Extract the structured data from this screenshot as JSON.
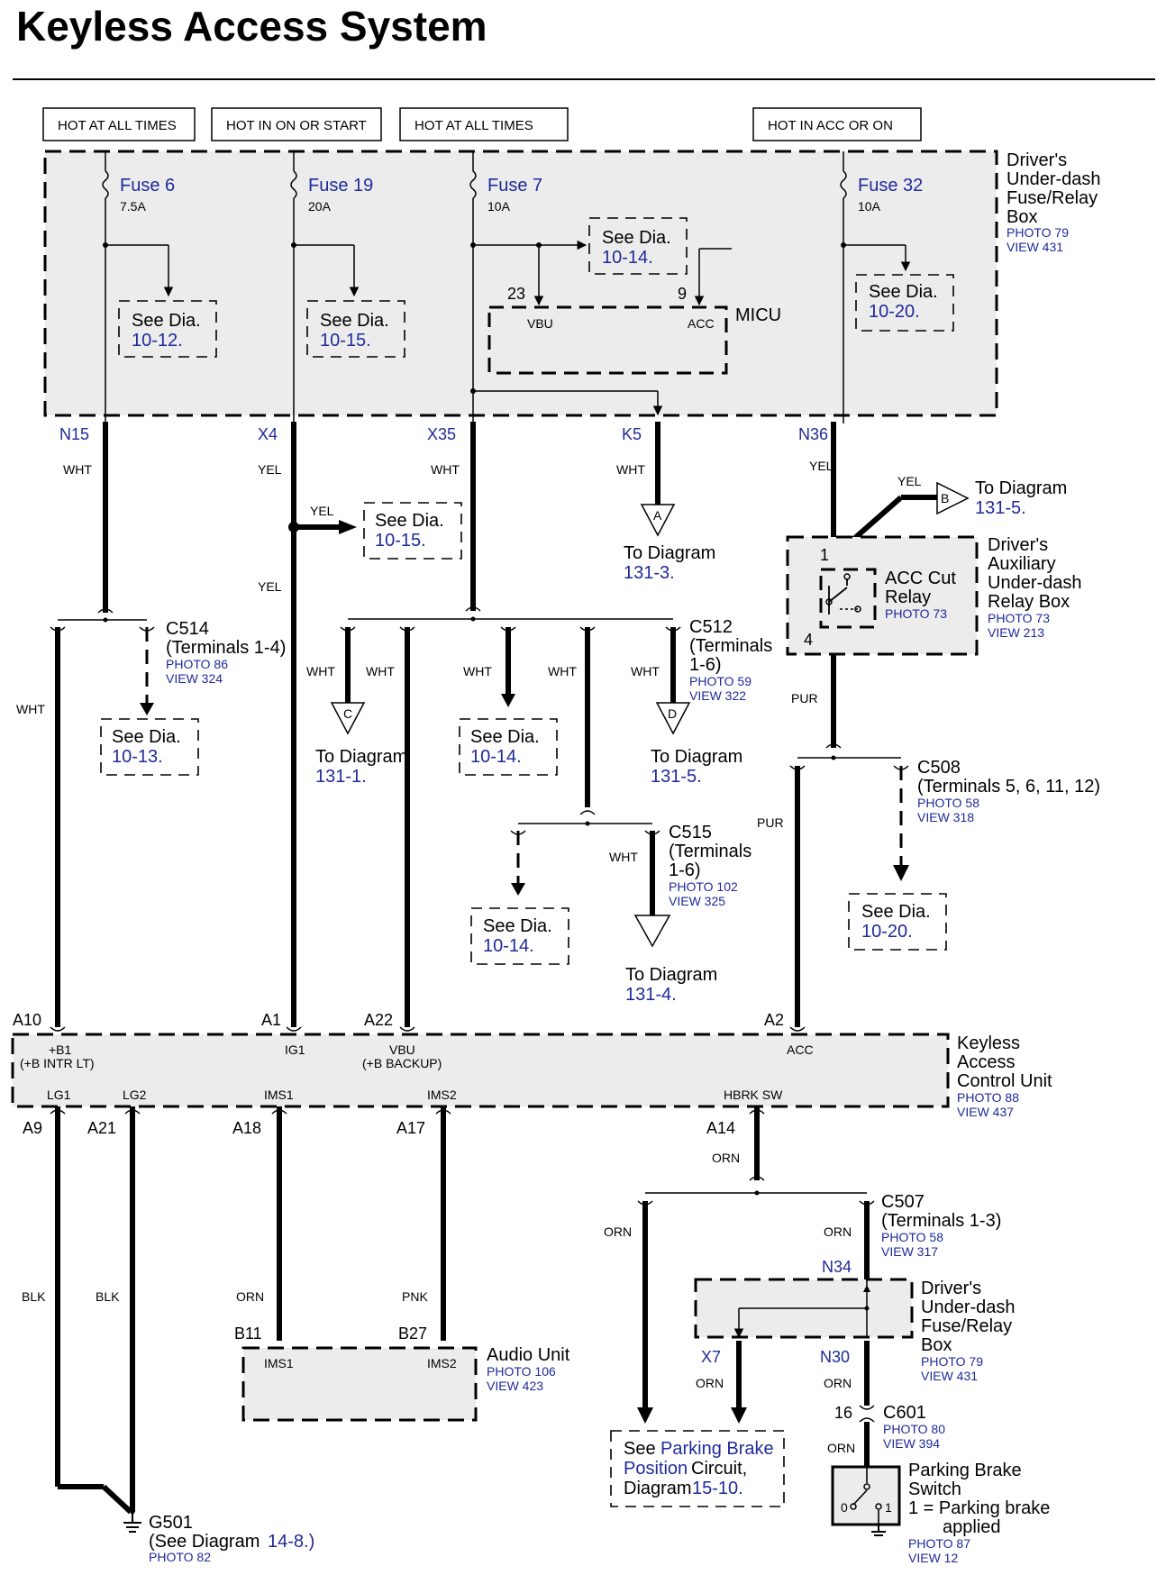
{
  "title": "Keyless Access System",
  "power_labels": [
    "HOT AT ALL TIMES",
    "HOT IN ON OR START",
    "HOT AT ALL TIMES",
    "HOT IN ACC OR ON"
  ],
  "fuse_box": {
    "l1": "Driver's",
    "l2": "Under-dash",
    "l3": "Fuse/Relay",
    "l4": "Box",
    "photo": "PHOTO 79",
    "view": "VIEW 431"
  },
  "fuses": [
    {
      "name": "Fuse 6",
      "rating": "7.5A"
    },
    {
      "name": "Fuse 19",
      "rating": "20A"
    },
    {
      "name": "Fuse 7",
      "rating": "10A"
    },
    {
      "name": "Fuse 32",
      "rating": "10A"
    }
  ],
  "micu": {
    "label": "MICU",
    "pin_vbu_num": "23",
    "pin_vbu": "VBU",
    "pin_acc_num": "9",
    "pin_acc": "ACC"
  },
  "see": "See Dia.",
  "refs": {
    "r1": "10-12.",
    "r2": "10-15.",
    "r3": "10-14.",
    "r4": "10-20.",
    "r5": "10-15.",
    "r6": "10-13.",
    "r7": "10-14.",
    "r8": "10-14.",
    "r9": "10-20."
  },
  "terminals": {
    "n15": "N15",
    "x4": "X4",
    "x35": "X35",
    "k5": "K5",
    "n36": "N36"
  },
  "wires": {
    "wht": "WHT",
    "yel": "YEL",
    "pur": "PUR",
    "orn": "ORN",
    "blk": "BLK",
    "pnk": "PNK"
  },
  "to_diagram": "To Diagram",
  "to_diagram_nospace": "To Diagram",
  "diag_refs": {
    "a": "131-3.",
    "b": "131-5.",
    "c": "131-1.",
    "d": "131-5.",
    "e": "131-4."
  },
  "arrow_letters": {
    "a": "A",
    "b": "B",
    "c": "C",
    "d": "D"
  },
  "relay_box": {
    "l1": "Driver's",
    "l2": "Auxiliary",
    "l3": "Under-dash",
    "l4": "Relay Box",
    "photo": "PHOTO 73",
    "view": "VIEW 213",
    "pin1": "1",
    "pin4": "4"
  },
  "acc_relay": {
    "l1": "ACC Cut",
    "l2": "Relay",
    "photo": "PHOTO 73"
  },
  "c514": {
    "name": "C514",
    "terms": "(Terminals 1-4)",
    "photo": "PHOTO 86",
    "view": "VIEW 324"
  },
  "c512": {
    "name": "C512",
    "terms1": "(Terminals",
    "terms2": "1-6)",
    "photo": "PHOTO 59",
    "view": "VIEW 322"
  },
  "c515": {
    "name": "C515",
    "terms1": "(Terminals",
    "terms2": "1-6)",
    "photo": "PHOTO 102",
    "view": "VIEW 325"
  },
  "c508": {
    "name": "C508",
    "terms": "(Terminals 5, 6, 11, 12)",
    "photo": "PHOTO 58",
    "view": "VIEW 318"
  },
  "kacu": {
    "l1": "Keyless",
    "l2": "Access",
    "l3": "Control Unit",
    "photo": "PHOTO 88",
    "view": "VIEW 437",
    "a10": "A10",
    "a1": "A1",
    "a22": "A22",
    "a2": "A2",
    "pin_b1": "+B1",
    "pin_b1_sub": "(+B INTR LT)",
    "pin_ig1": "IG1",
    "pin_vbu": "VBU",
    "pin_vbu_sub": "(+B BACKUP)",
    "pin_acc": "ACC",
    "pin_lg1": "LG1",
    "pin_lg2": "LG2",
    "pin_ims1": "IMS1",
    "pin_ims2": "IMS2",
    "pin_hbrk": "HBRK SW",
    "a9": "A9",
    "a21": "A21",
    "a18": "A18",
    "a17": "A17",
    "a14": "A14"
  },
  "audio": {
    "label": "Audio Unit",
    "photo": "PHOTO 106",
    "view": "VIEW 423",
    "b11": "B11",
    "b27": "B27",
    "ims1": "IMS1",
    "ims2": "IMS2"
  },
  "g501": {
    "name": "G501",
    "see": "(See Diagram",
    "ref": "14-8.)",
    "photo": "PHOTO 82"
  },
  "c507": {
    "name": "C507",
    "terms": "(Terminals 1-3)",
    "photo": "PHOTO 58",
    "view": "VIEW 317"
  },
  "fuse_box2": {
    "n34": "N34",
    "x7": "X7",
    "n30": "N30",
    "l1": "Driver's",
    "l2": "Under-dash",
    "l3": "Fuse/Relay",
    "l4": "Box",
    "photo": "PHOTO 79",
    "view": "VIEW 431"
  },
  "parking_ref": {
    "see": "See",
    "link": "Parking Brake",
    "l2a": "Position",
    "l2b": "Circuit,",
    "l3a": "Diagram",
    "l3b": "15-10."
  },
  "c601": {
    "name": "C601",
    "pin": "16",
    "photo": "PHOTO 80",
    "view": "VIEW 394"
  },
  "pb_switch": {
    "l1": "Parking Brake",
    "l2": "Switch",
    "l3": "1 = Parking brake",
    "l4": "applied",
    "photo": "PHOTO 87",
    "view": "VIEW 12",
    "p0": "0",
    "p1": "1"
  }
}
